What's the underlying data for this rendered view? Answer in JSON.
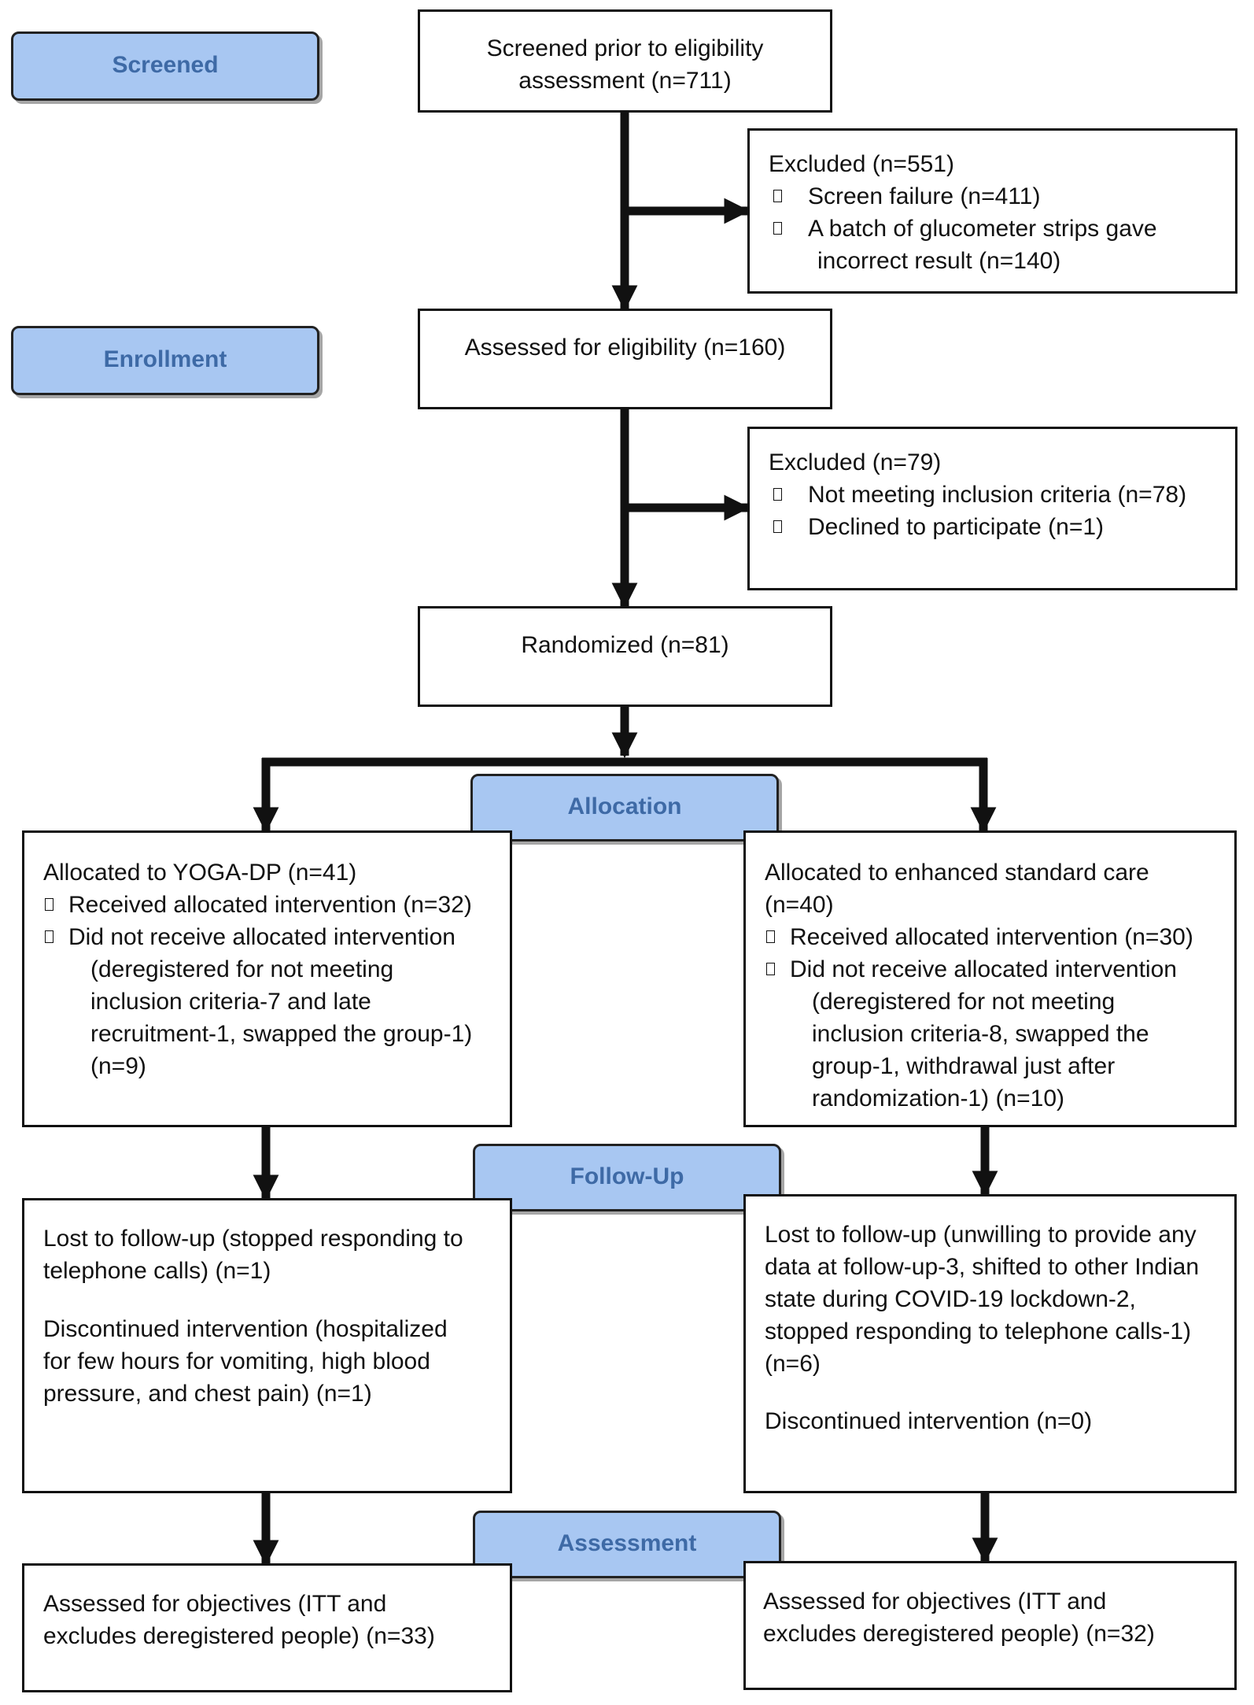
{
  "stages": {
    "screened": "Screened",
    "enrollment": "Enrollment",
    "allocation": "Allocation",
    "follow_up": "Follow-Up",
    "assessment": "Assessment"
  },
  "screened_box": {
    "line1": "Screened prior to eligibility",
    "line2": "assessment (n=711)"
  },
  "excluded_1": {
    "title": "Excluded (n=551)",
    "items": [
      "Screen failure (n=411)",
      "A batch of glucometer strips gave"
    ],
    "continuation": "incorrect result (n=140)"
  },
  "eligibility_box": {
    "text": "Assessed for eligibility (n=160)"
  },
  "excluded_2": {
    "title": "Excluded (n=79)",
    "items": [
      "Not meeting inclusion criteria (n=78)",
      "Declined to participate (n=1)"
    ]
  },
  "randomized_box": {
    "text": "Randomized (n=81)"
  },
  "alloc_left": {
    "title": "Allocated to YOGA-DP (n=41)",
    "received": "Received allocated intervention (n=32)",
    "not_received": "Did not receive allocated intervention",
    "details": [
      "(deregistered for not meeting",
      "inclusion criteria-7 and late",
      "recruitment-1, swapped the group-1)",
      "(n=9)"
    ]
  },
  "alloc_right": {
    "title_lines": [
      "Allocated to enhanced standard care",
      "(n=40)"
    ],
    "received": "Received allocated intervention (n=30)",
    "not_received": "Did not receive allocated intervention",
    "details": [
      "(deregistered for not meeting",
      "inclusion criteria-8, swapped the",
      "group-1, withdrawal just after",
      "randomization-1) (n=10)"
    ]
  },
  "follow_left": {
    "lost_lines": [
      "Lost to follow-up (stopped responding to",
      "telephone calls) (n=1)"
    ],
    "discontinued_lines": [
      "Discontinued intervention (hospitalized",
      "for few hours for vomiting, high blood",
      "pressure, and chest pain) (n=1)"
    ]
  },
  "follow_right": {
    "lost_lines": [
      "Lost to follow-up (unwilling to provide any",
      "data at follow-up-3, shifted to other Indian",
      "state during COVID-19 lockdown-2,",
      "stopped responding to telephone calls-1)",
      "(n=6)"
    ],
    "discontinued": "Discontinued intervention (n=0)"
  },
  "assess_left": {
    "lines": [
      "Assessed for objectives (ITT and",
      "excludes deregistered people) (n=33)"
    ]
  },
  "assess_right": {
    "lines": [
      "Assessed for objectives (ITT and",
      "excludes deregistered people) (n=32)"
    ]
  },
  "colors": {
    "stage_fill": "#a8c7f2",
    "stage_text": "#3e6aa6",
    "line": "#111111"
  }
}
